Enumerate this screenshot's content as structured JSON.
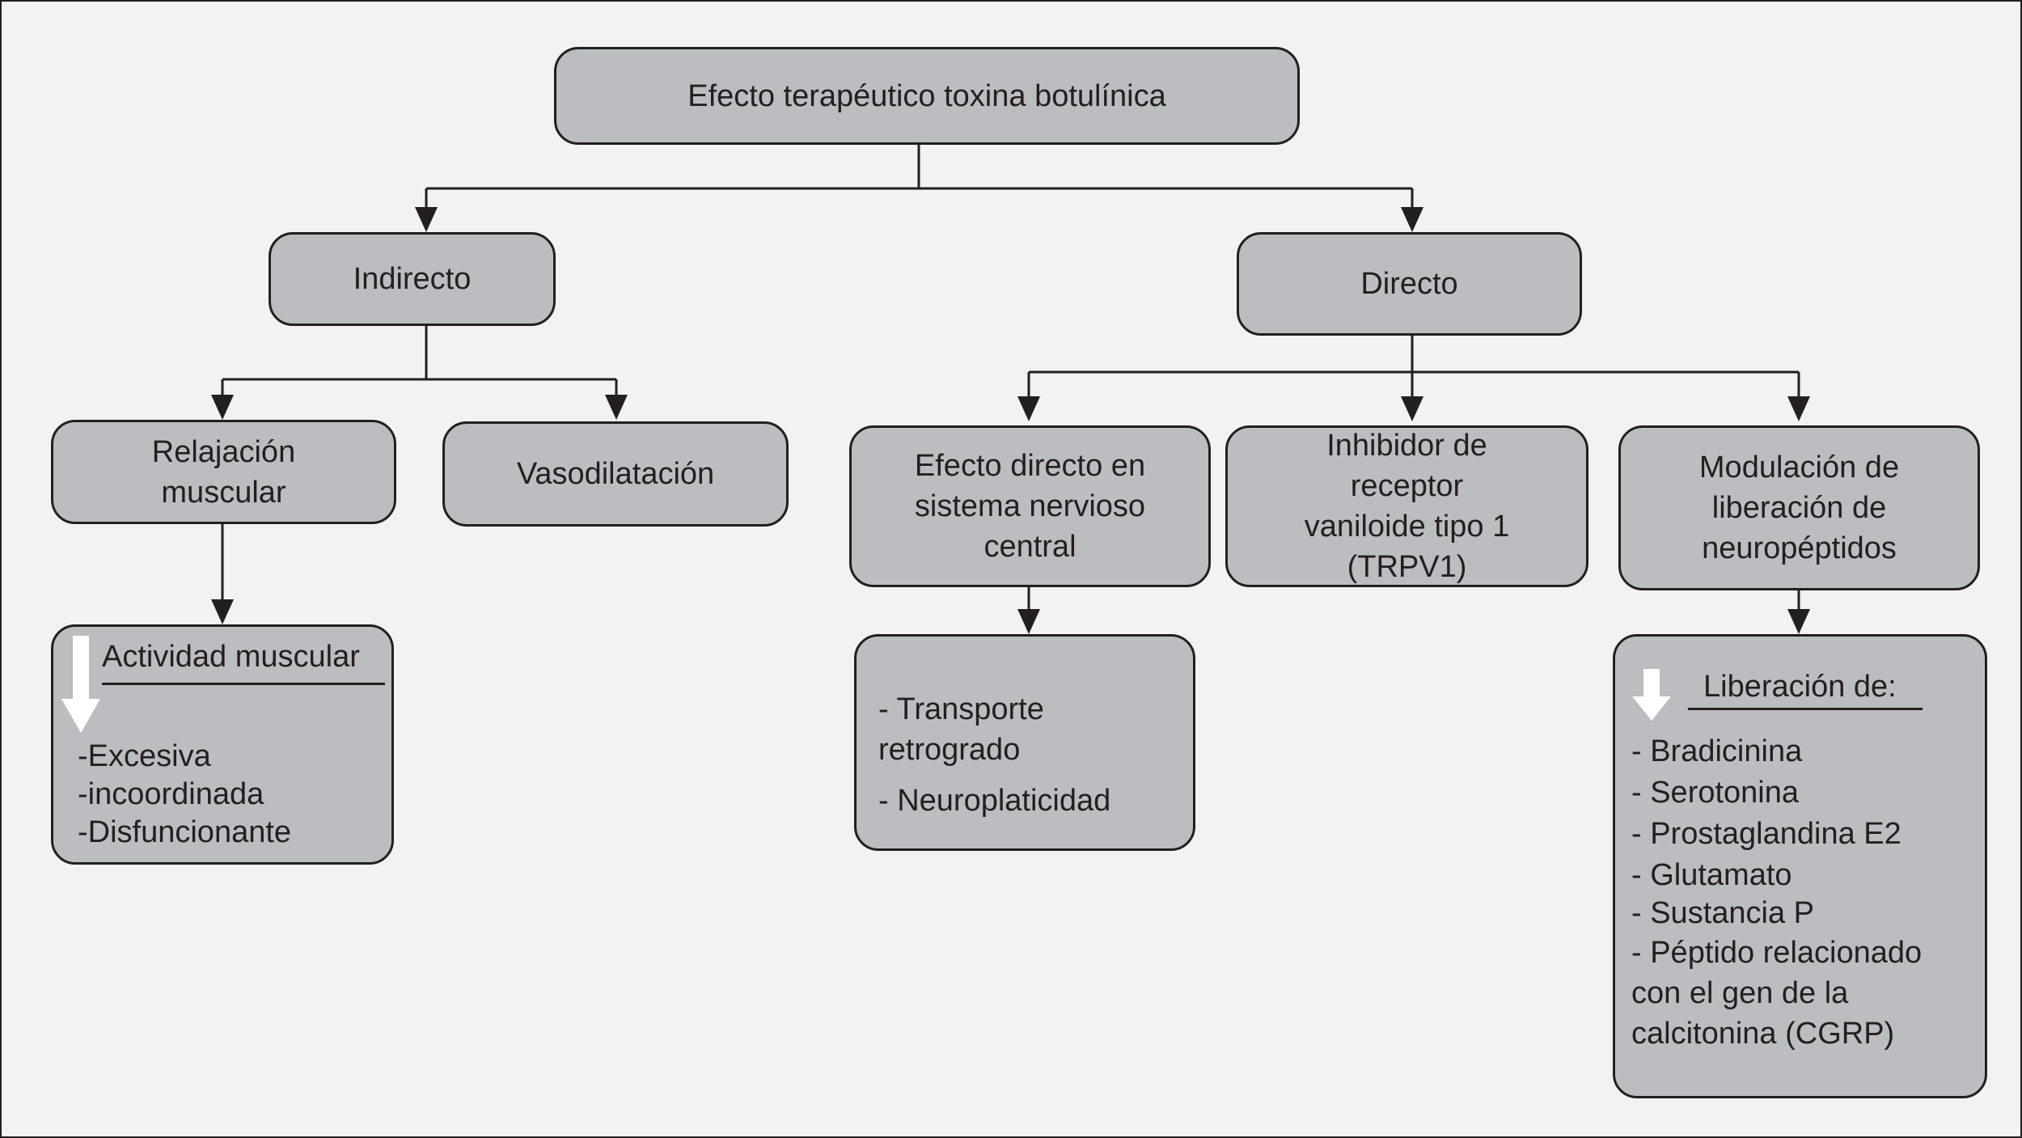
{
  "diagram": {
    "root": "Efecto terapéutico toxina botulínica",
    "indirect": {
      "label": "Indirecto",
      "muscle_relax": "Relajación\nmuscular",
      "vasodilation": "Vasodilatación",
      "activity": {
        "heading": "Actividad muscular",
        "items": [
          "-Excesiva",
          "-incoordinada",
          "-Disfuncionante"
        ]
      }
    },
    "direct": {
      "label": "Directo",
      "cns": "Efecto directo en\nsistema nervioso\ncentral",
      "trpv1": "Inhibidor de\nreceptor\nvaniloide tipo 1\n(TRPV1)",
      "neuropeptides": "Modulación de\nliberación de\nneuropéptidos",
      "cns_details": [
        "- Transporte\n  retrogrado",
        "- Neuroplaticidad"
      ],
      "release": {
        "heading": "Liberación de:",
        "items": [
          "- Bradicinina",
          "- Serotonina",
          "- Prostaglandina E2",
          "- Glutamato",
          "- Sustancia P",
          "- Péptido relacionado\n  con el gen de la\n  calcitonina (CGRP)"
        ]
      }
    }
  },
  "colors": {
    "box_fill": "#bcbdc0",
    "stroke": "#231f20",
    "background": "#f2f2f2",
    "decrease_arrow": "#ffffff"
  },
  "icons": [
    "down-arrow-icon"
  ]
}
